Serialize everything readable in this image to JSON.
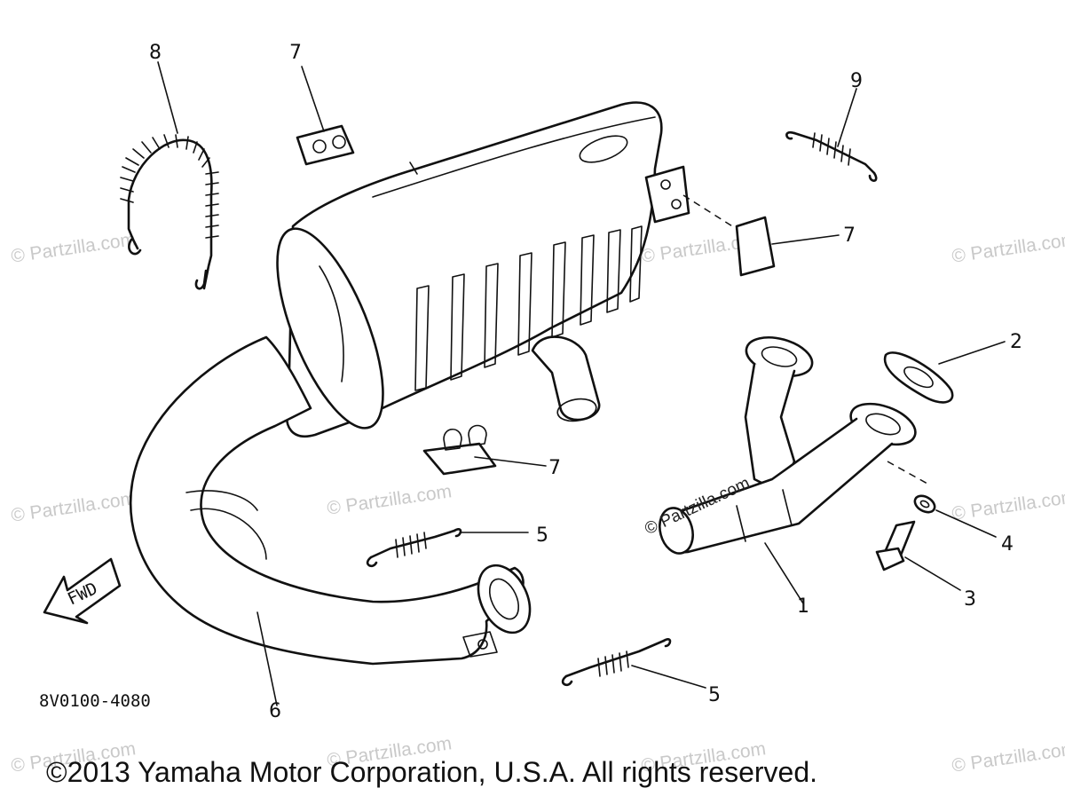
{
  "watermark": "© Partzilla.com",
  "diagram_code": "8V0100-4080",
  "fwd_label": "FWD",
  "copyright": "©2013 Yamaha Motor Corporation, U.S.A. All rights reserved.",
  "callouts": {
    "c1": "1",
    "c2": "2",
    "c3": "3",
    "c4": "4",
    "c5a": "5",
    "c5b": "5",
    "c6": "6",
    "c7a": "7",
    "c7b": "7",
    "c7c": "7",
    "c8": "8",
    "c9": "9"
  }
}
